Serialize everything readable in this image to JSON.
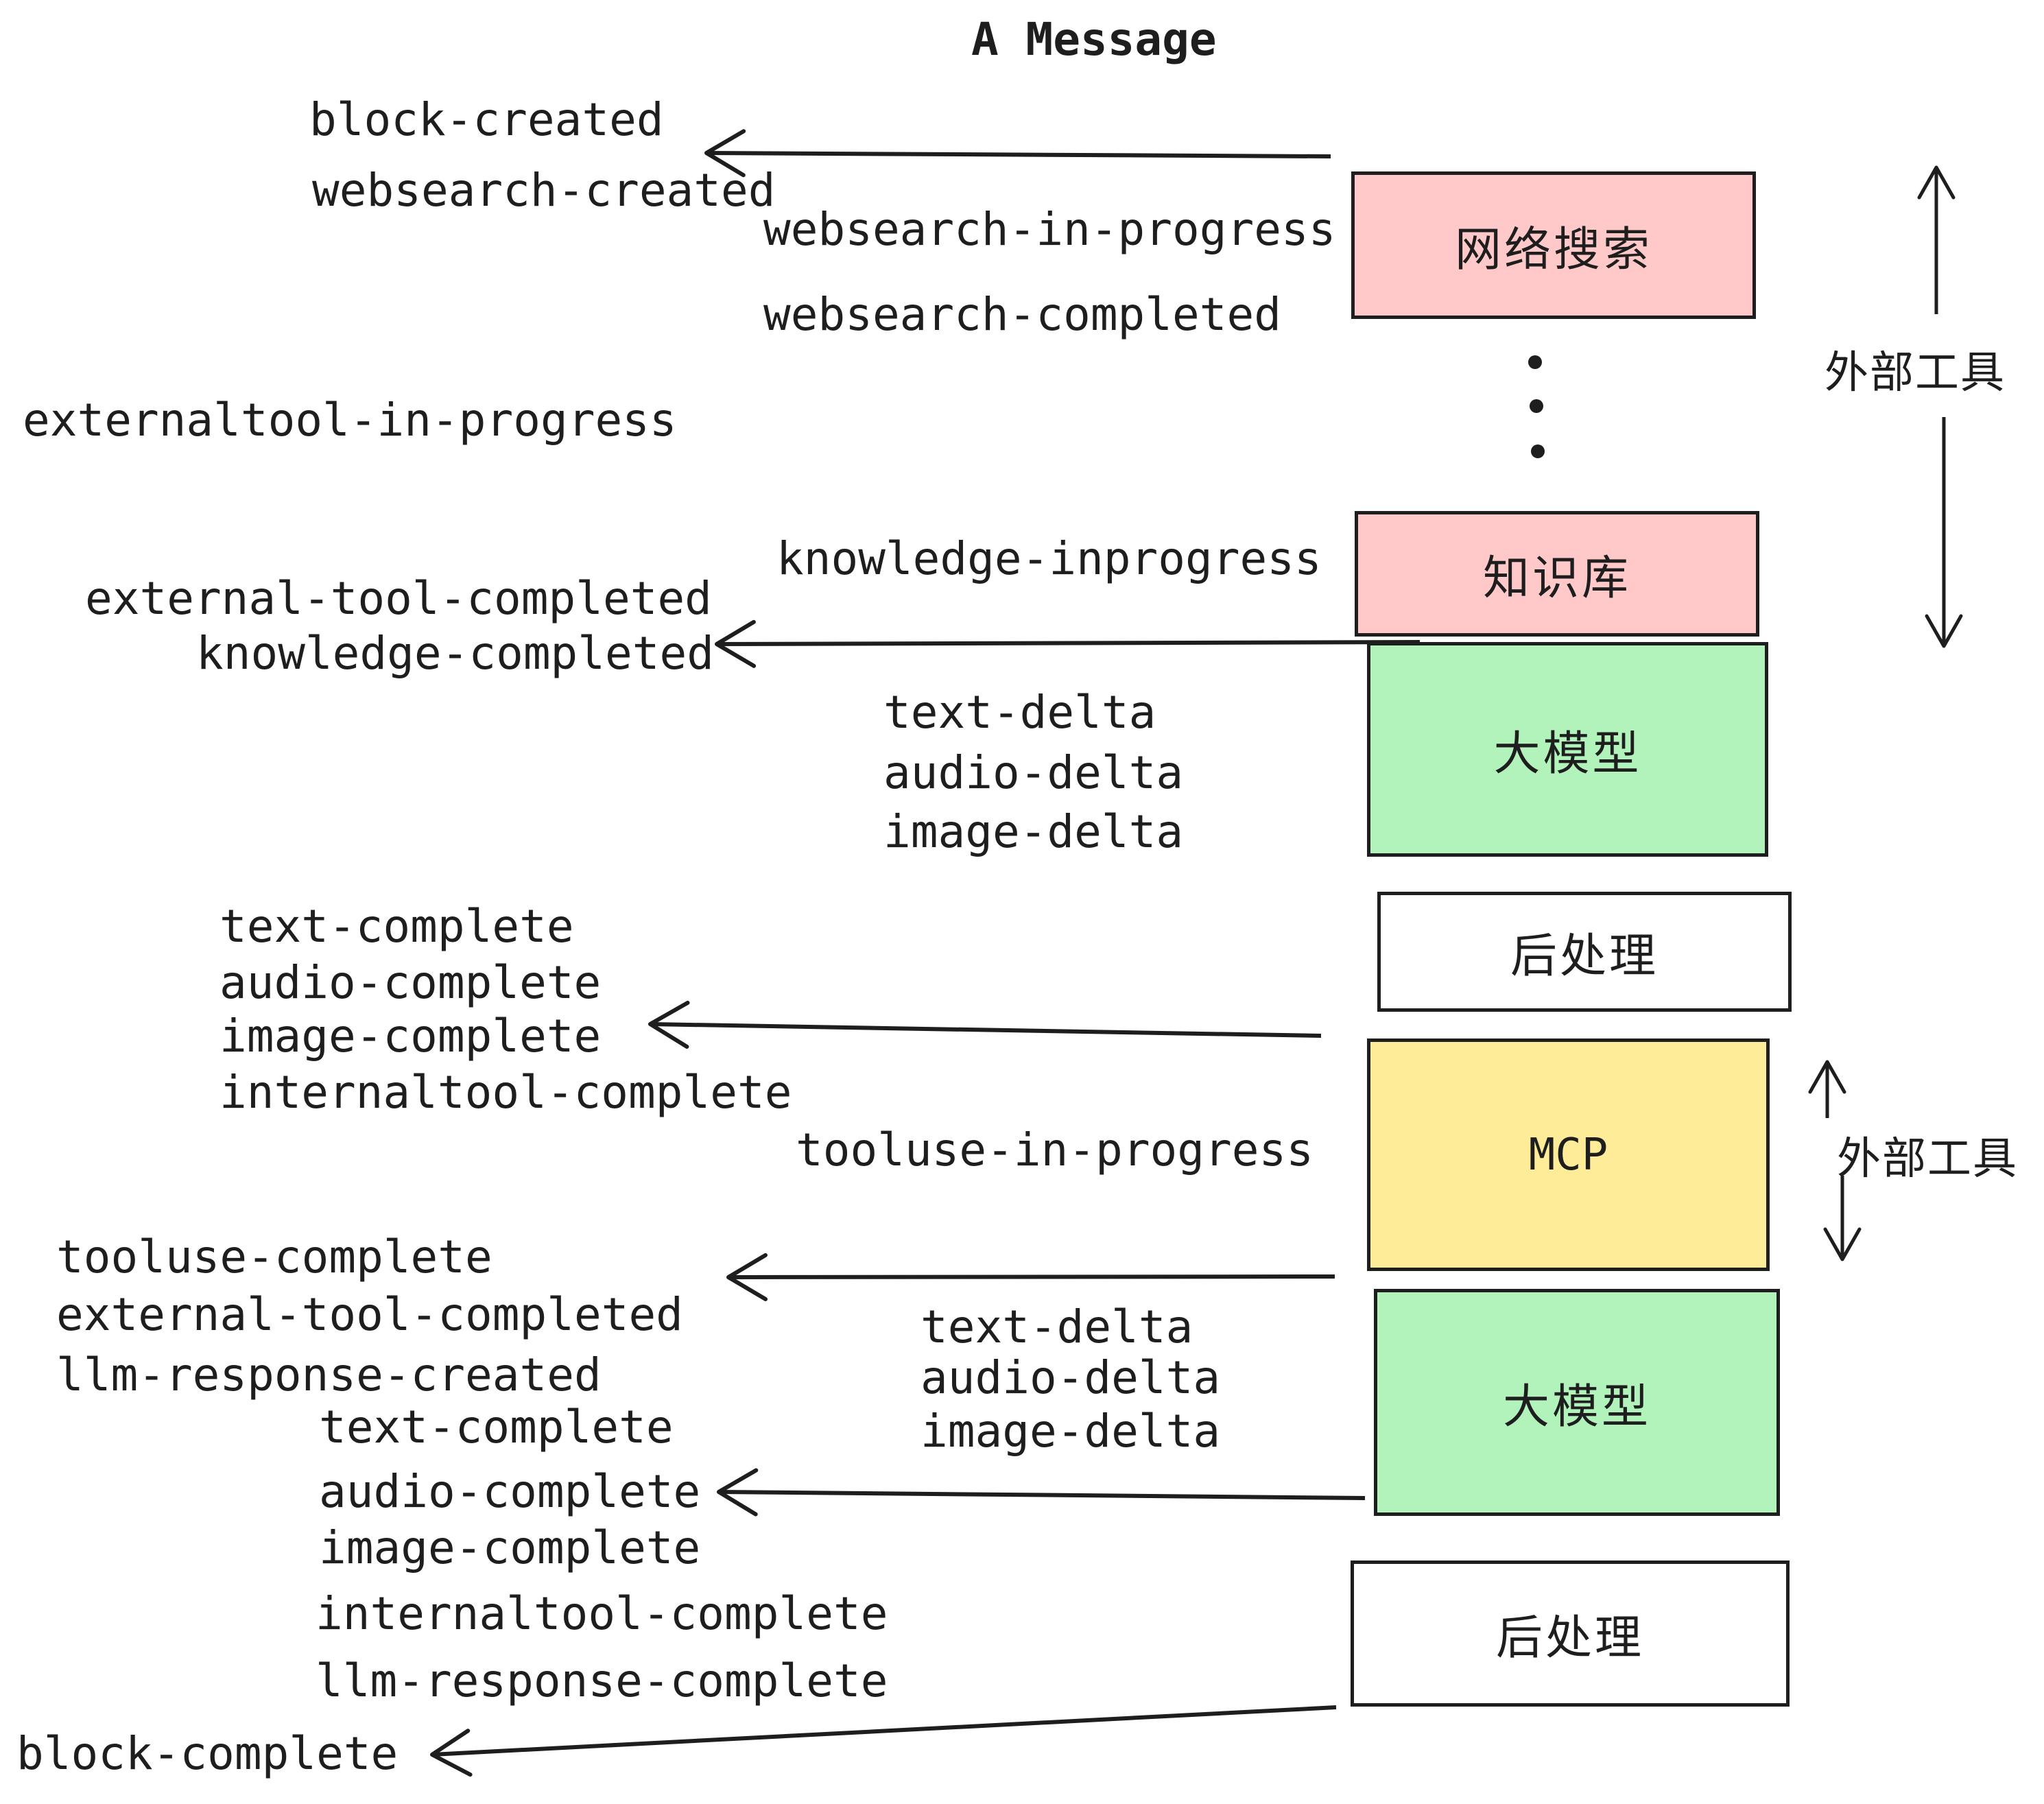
{
  "title": "A Message",
  "colors": {
    "box_pink": "#ffc9c9",
    "box_green": "#b2f2bb",
    "box_yellow": "#ffec99",
    "box_white": "#ffffff",
    "stroke": "#1e1e1e"
  },
  "icons": {
    "more_tools_ellipsis": "vertical-ellipsis-dots"
  },
  "nodes": [
    {
      "id": "websearch",
      "label": "网络搜索"
    },
    {
      "id": "knowledge",
      "label": "知识库"
    },
    {
      "id": "llm-1",
      "label": "大模型"
    },
    {
      "id": "postprocess-1",
      "label": "后处理"
    },
    {
      "id": "mcp",
      "label": "MCP"
    },
    {
      "id": "llm-2",
      "label": "大模型"
    },
    {
      "id": "postprocess-2",
      "label": "后处理"
    }
  ],
  "side_labels": [
    {
      "id": "external-tools-top",
      "label": "外部工具"
    },
    {
      "id": "external-tools-mid",
      "label": "外部工具"
    }
  ],
  "events": [
    {
      "id": "block-created",
      "label": "block-created"
    },
    {
      "id": "websearch-created",
      "label": "websearch-created"
    },
    {
      "id": "websearch-in-progress",
      "label": "websearch-in-progress"
    },
    {
      "id": "websearch-completed",
      "label": "websearch-completed"
    },
    {
      "id": "externaltool-in-progress",
      "label": "externaltool-in-progress"
    },
    {
      "id": "knowledge-inprogress",
      "label": "knowledge-inprogress"
    },
    {
      "id": "external-tool-completed",
      "label": "external-tool-completed"
    },
    {
      "id": "knowledge-completed",
      "label": "knowledge-completed"
    },
    {
      "id": "text-delta",
      "label": "text-delta"
    },
    {
      "id": "audio-delta",
      "label": "audio-delta"
    },
    {
      "id": "image-delta",
      "label": "image-delta"
    },
    {
      "id": "text-complete",
      "label": "text-complete"
    },
    {
      "id": "audio-complete",
      "label": "audio-complete"
    },
    {
      "id": "image-complete",
      "label": "image-complete"
    },
    {
      "id": "internaltool-complete",
      "label": "internaltool-complete"
    },
    {
      "id": "tooluse-in-progress",
      "label": "tooluse-in-progress"
    },
    {
      "id": "tooluse-complete",
      "label": "tooluse-complete"
    },
    {
      "id": "external-tool-completed-2",
      "label": "external-tool-completed"
    },
    {
      "id": "llm-response-created",
      "label": "llm-response-created"
    },
    {
      "id": "text-delta-2",
      "label": "text-delta"
    },
    {
      "id": "audio-delta-2",
      "label": "audio-delta"
    },
    {
      "id": "image-delta-2",
      "label": "image-delta"
    },
    {
      "id": "text-complete-2",
      "label": "text-complete"
    },
    {
      "id": "audio-complete-2",
      "label": "audio-complete"
    },
    {
      "id": "image-complete-2",
      "label": "image-complete"
    },
    {
      "id": "internaltool-complete-2",
      "label": "internaltool-complete"
    },
    {
      "id": "llm-response-complete",
      "label": "llm-response-complete"
    },
    {
      "id": "block-complete",
      "label": "block-complete"
    }
  ]
}
